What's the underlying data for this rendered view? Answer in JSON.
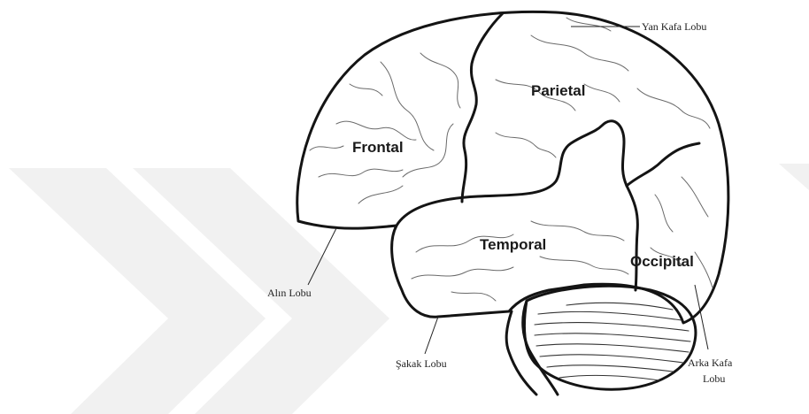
{
  "lobes": {
    "frontal": "Frontal",
    "parietal": "Parietal",
    "temporal": "Temporal",
    "occipital": "Occipital"
  },
  "callouts": {
    "yan_kafa": "Yan Kafa Lobu",
    "alin": "Alın Lobu",
    "sakak": "Şakak Lobu",
    "arka_kafa_line1": "Arka Kafa",
    "arka_kafa_line2": "Lobu"
  },
  "colors": {
    "background": "#ffffff",
    "outline": "#141414",
    "watermark": "#f1f1f1"
  }
}
